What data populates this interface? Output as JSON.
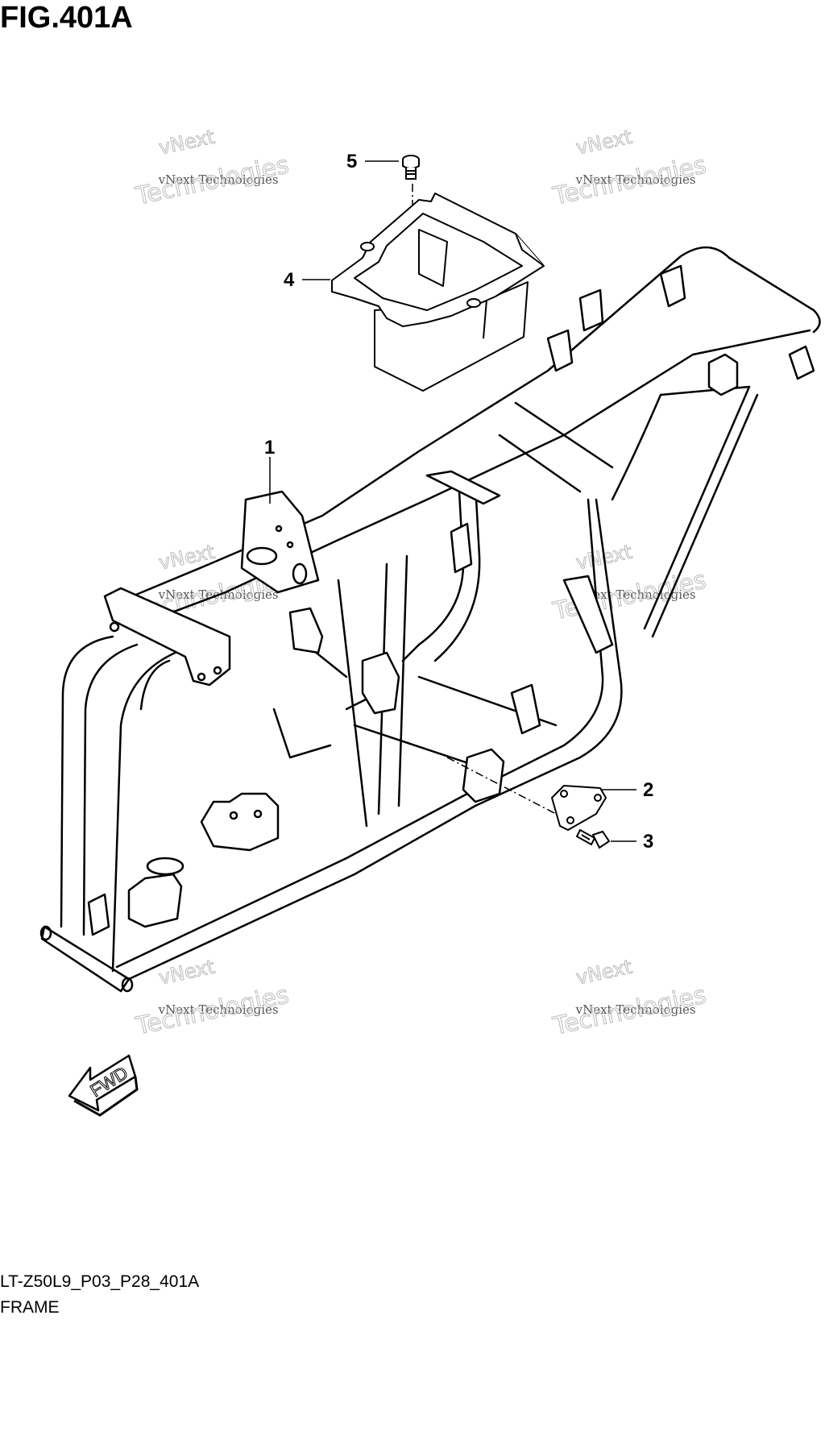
{
  "figure": {
    "title": "FIG.401A",
    "code": "LT-Z50L9_P03_P28_401A",
    "caption": "FRAME"
  },
  "callouts": [
    "1",
    "2",
    "3",
    "4",
    "5"
  ],
  "direction_label": "FWD",
  "watermark": {
    "brand_small": "vNext Technologies",
    "brand_top": "vNext",
    "brand_large": "Technologies"
  }
}
